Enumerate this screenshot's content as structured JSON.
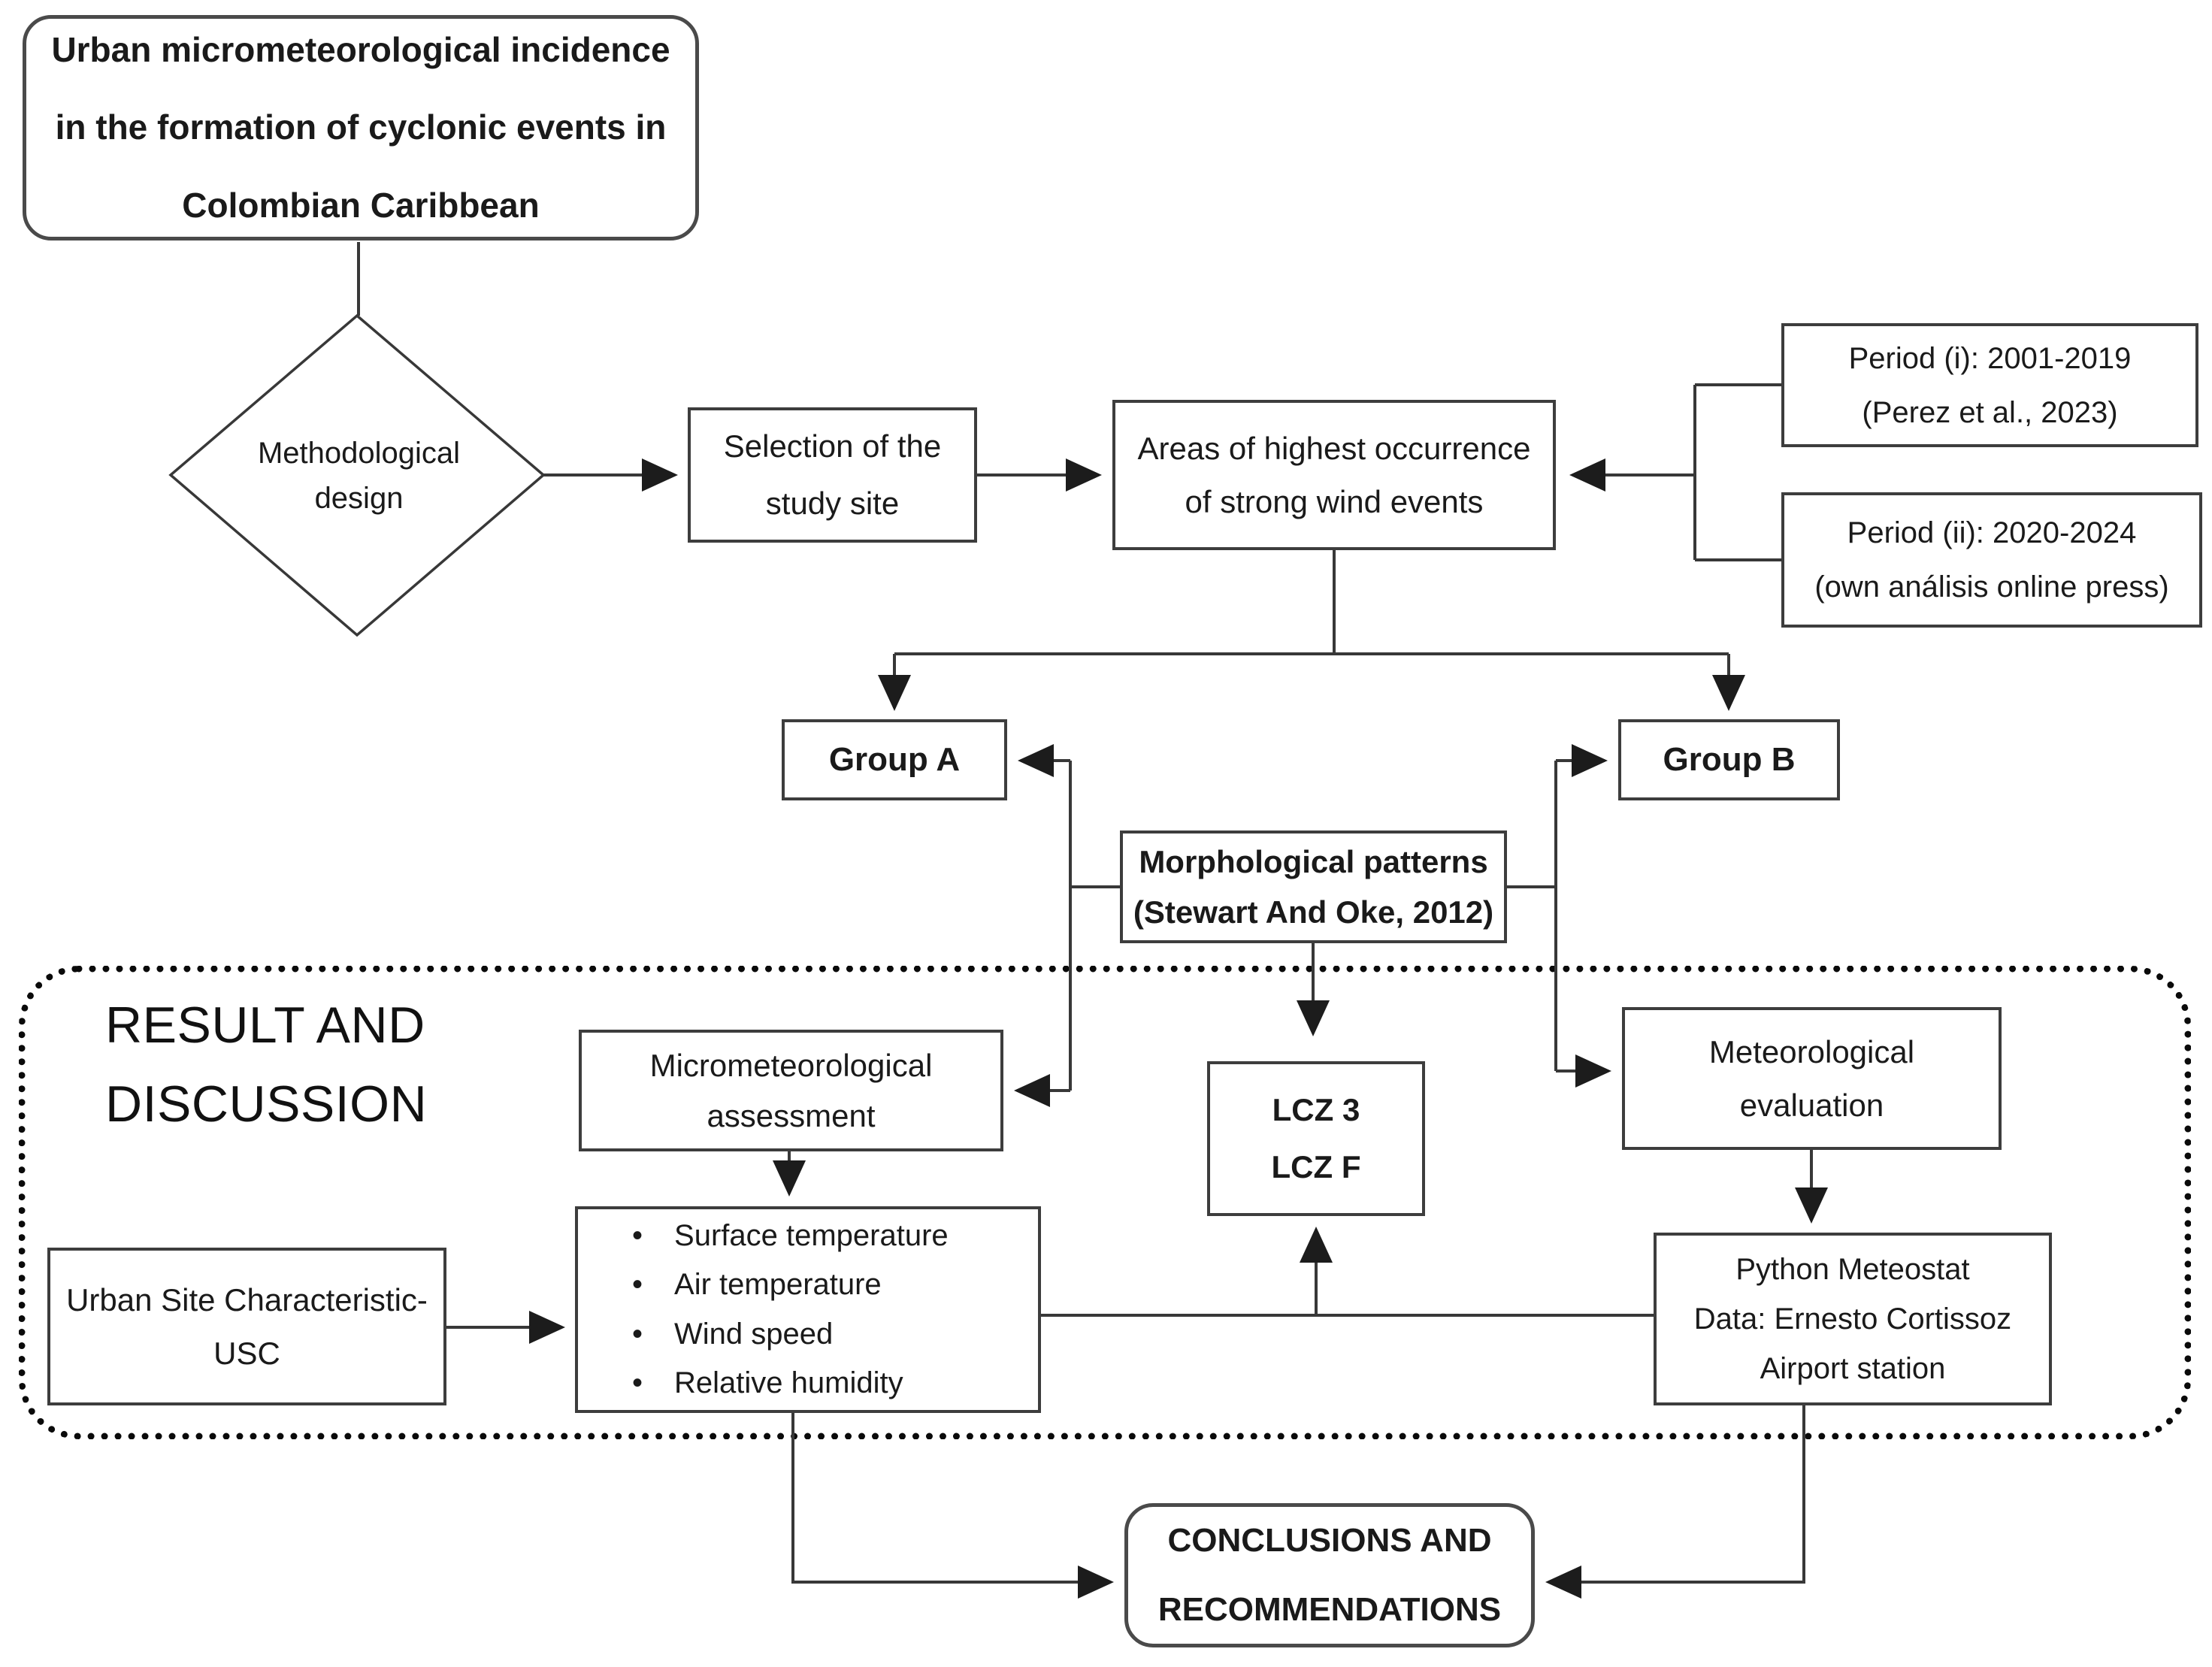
{
  "diagram": {
    "title_box": {
      "lines": [
        "Urban micrometeorological incidence",
        "in the formation of cyclonic events in",
        "Colombian Caribbean"
      ]
    },
    "diamond": {
      "lines": [
        "Methodological",
        "design"
      ]
    },
    "selection_box": {
      "lines": [
        "Selection of the",
        "study site"
      ]
    },
    "areas_box": {
      "lines": [
        "Areas of highest occurrence",
        "of strong wind events"
      ]
    },
    "period1_box": {
      "lines": [
        "Period (i): 2001-2019",
        "(Perez et al., 2023)"
      ]
    },
    "period2_box": {
      "lines": [
        "Period (ii): 2020-2024",
        "(own análisis online press)"
      ]
    },
    "group_a_box": {
      "label": "Group A"
    },
    "group_b_box": {
      "label": "Group B"
    },
    "morph_box": {
      "lines": [
        "Morphological patterns",
        "(Stewart And Oke, 2012)"
      ]
    },
    "result_label": {
      "lines": [
        "RESULT AND",
        "DISCUSSION"
      ]
    },
    "micromet_box": {
      "lines": [
        "Micrometeorological",
        "assessment"
      ]
    },
    "lcz_box": {
      "lines": [
        "LCZ 3",
        "LCZ F"
      ]
    },
    "meteval_box": {
      "lines": [
        "Meteorological",
        "evaluation"
      ]
    },
    "usc_box": {
      "lines": [
        "Urban Site Characteristic-",
        "USC"
      ]
    },
    "measurements_box": {
      "items": [
        "Surface temperature",
        "Air temperature",
        "Wind speed",
        "Relative humidity"
      ]
    },
    "python_box": {
      "lines": [
        "Python Meteostat",
        "Data: Ernesto Cortissoz",
        "Airport station"
      ]
    },
    "conclusions_box": {
      "lines": [
        "CONCLUSIONS AND",
        "RECOMMENDATIONS"
      ]
    },
    "colors": {
      "line": "#383838",
      "border": "#3d3d3d",
      "text": "#1a1a1a",
      "background": "#ffffff"
    }
  }
}
